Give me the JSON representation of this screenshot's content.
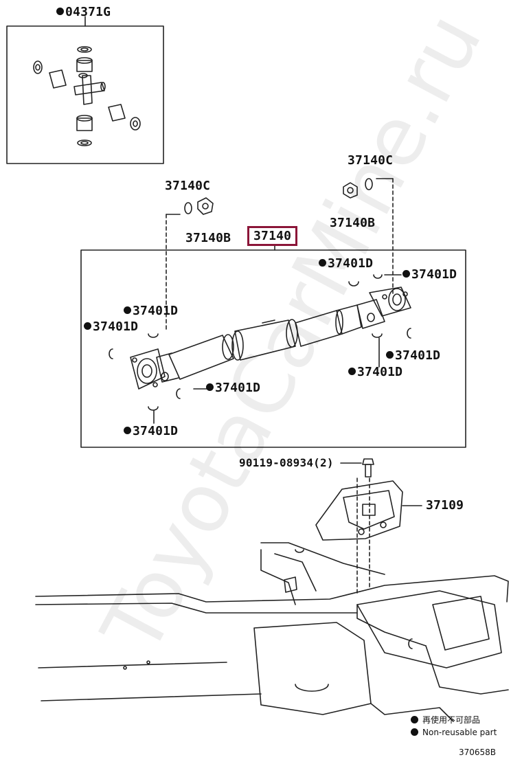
{
  "watermark": "ToyotaCarMine.ru",
  "labels": {
    "kit": "04371G",
    "c_left": "37140C",
    "b_left": "37140B",
    "c_right": "37140C",
    "b_right": "37140B",
    "main": "37140",
    "d1": "37401D",
    "d2": "37401D",
    "d3": "37401D",
    "d4": "37401D",
    "d5": "37401D",
    "d6": "37401D",
    "d7": "37401D",
    "d8": "37401D",
    "bolt": "90119-08934(2)",
    "bracket": "37109"
  },
  "legend": {
    "cn": "再使用不可部品",
    "en": "Non-reusable part"
  },
  "figure_id": "370658B",
  "colors": {
    "highlight": "#8b1538",
    "line": "#222222",
    "watermark": "#000000"
  }
}
